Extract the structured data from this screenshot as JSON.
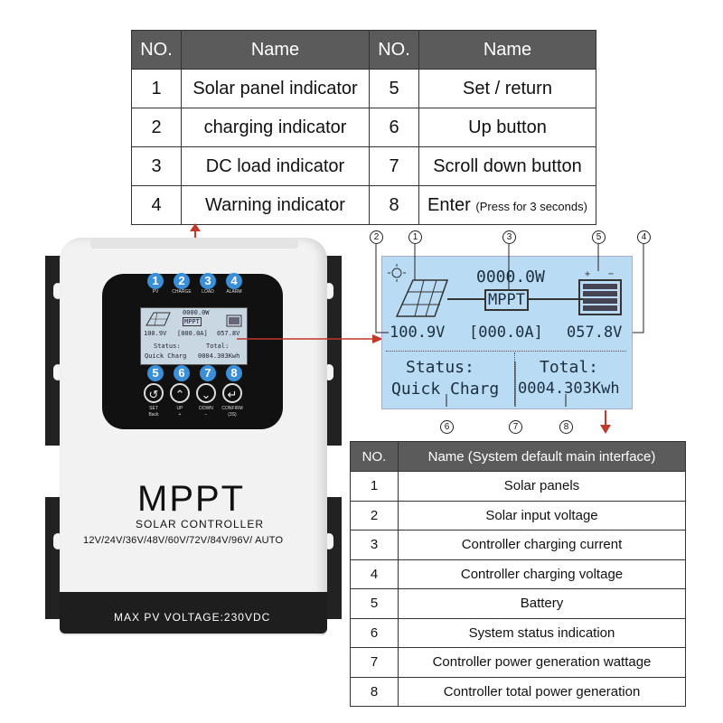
{
  "top_table": {
    "headers": [
      "NO.",
      "Name",
      "NO.",
      "Name"
    ],
    "rows": [
      {
        "no1": "1",
        "name1": "Solar panel indicator",
        "no2": "5",
        "name2": "Set / return",
        "note2": ""
      },
      {
        "no1": "2",
        "name1": "charging indicator",
        "no2": "6",
        "name2": "Up button",
        "note2": ""
      },
      {
        "no1": "3",
        "name1": "DC load indicator",
        "no2": "7",
        "name2": "Scroll down button",
        "note2": ""
      },
      {
        "no1": "4",
        "name1": "Warning indicator",
        "no2": "8",
        "name2": "Enter",
        "note2": "(Press for 3 seconds)"
      }
    ]
  },
  "device": {
    "indicators": [
      {
        "num": "1",
        "label": "PV"
      },
      {
        "num": "2",
        "label": "CHARGE"
      },
      {
        "num": "3",
        "label": "LOAD"
      },
      {
        "num": "4",
        "label": "ALARM"
      }
    ],
    "mini_lcd": {
      "power": "0000.0W",
      "mppt": "MPPT",
      "pv_voltage": "100.9V",
      "current": "[000.0A]",
      "battery_voltage": "057.8V",
      "status_label": "Status:",
      "total_label": "Total:",
      "status_value": "Quick Charg",
      "total_value": "0004.303Kwh"
    },
    "buttons": [
      {
        "num": "5",
        "symbol": "↺",
        "label": "SET",
        "sub": "Back"
      },
      {
        "num": "6",
        "symbol": "⌃",
        "label": "UP",
        "sub": "+"
      },
      {
        "num": "7",
        "symbol": "⌄",
        "label": "DOWN",
        "sub": "−"
      },
      {
        "num": "8",
        "symbol": "↵",
        "label": "CONFIRM",
        "sub": "(3S)"
      }
    ],
    "title": "MPPT",
    "subtitle": "SOLAR CONTROLLER",
    "voltages": "12V/24V/36V/48V/60V/72V/84V/96V/ AUTO",
    "max_pv": "MAX  PV  VOLTAGE:230VDC"
  },
  "big_lcd": {
    "power": "0000.0W",
    "mppt": "MPPT",
    "pv_voltage": "100.9V",
    "current": "[000.0A]",
    "battery_voltage": "057.8V",
    "status_label": "Status:",
    "total_label": "Total:",
    "status_value": "Quick Charg",
    "total_value": "0004.303Kwh",
    "callouts": [
      "2",
      "1",
      "3",
      "5",
      "4",
      "6",
      "7",
      "8"
    ]
  },
  "bottom_table": {
    "headers": [
      "NO.",
      "Name  (System default main interface)"
    ],
    "rows": [
      {
        "no": "1",
        "name": "Solar panels"
      },
      {
        "no": "2",
        "name": "Solar input voltage"
      },
      {
        "no": "3",
        "name": "Controller charging current"
      },
      {
        "no": "4",
        "name": "Controller charging voltage"
      },
      {
        "no": "5",
        "name": "Battery"
      },
      {
        "no": "6",
        "name": "System status indication"
      },
      {
        "no": "7",
        "name": "Controller power generation wattage"
      },
      {
        "no": "8",
        "name": "Controller total power generation"
      }
    ]
  },
  "colors": {
    "header_bg": "#5b5b5b",
    "indicator_blue": "#3a8fd8",
    "lcd_bg": "#b9dbf3",
    "arrow_red": "#c0392b"
  }
}
